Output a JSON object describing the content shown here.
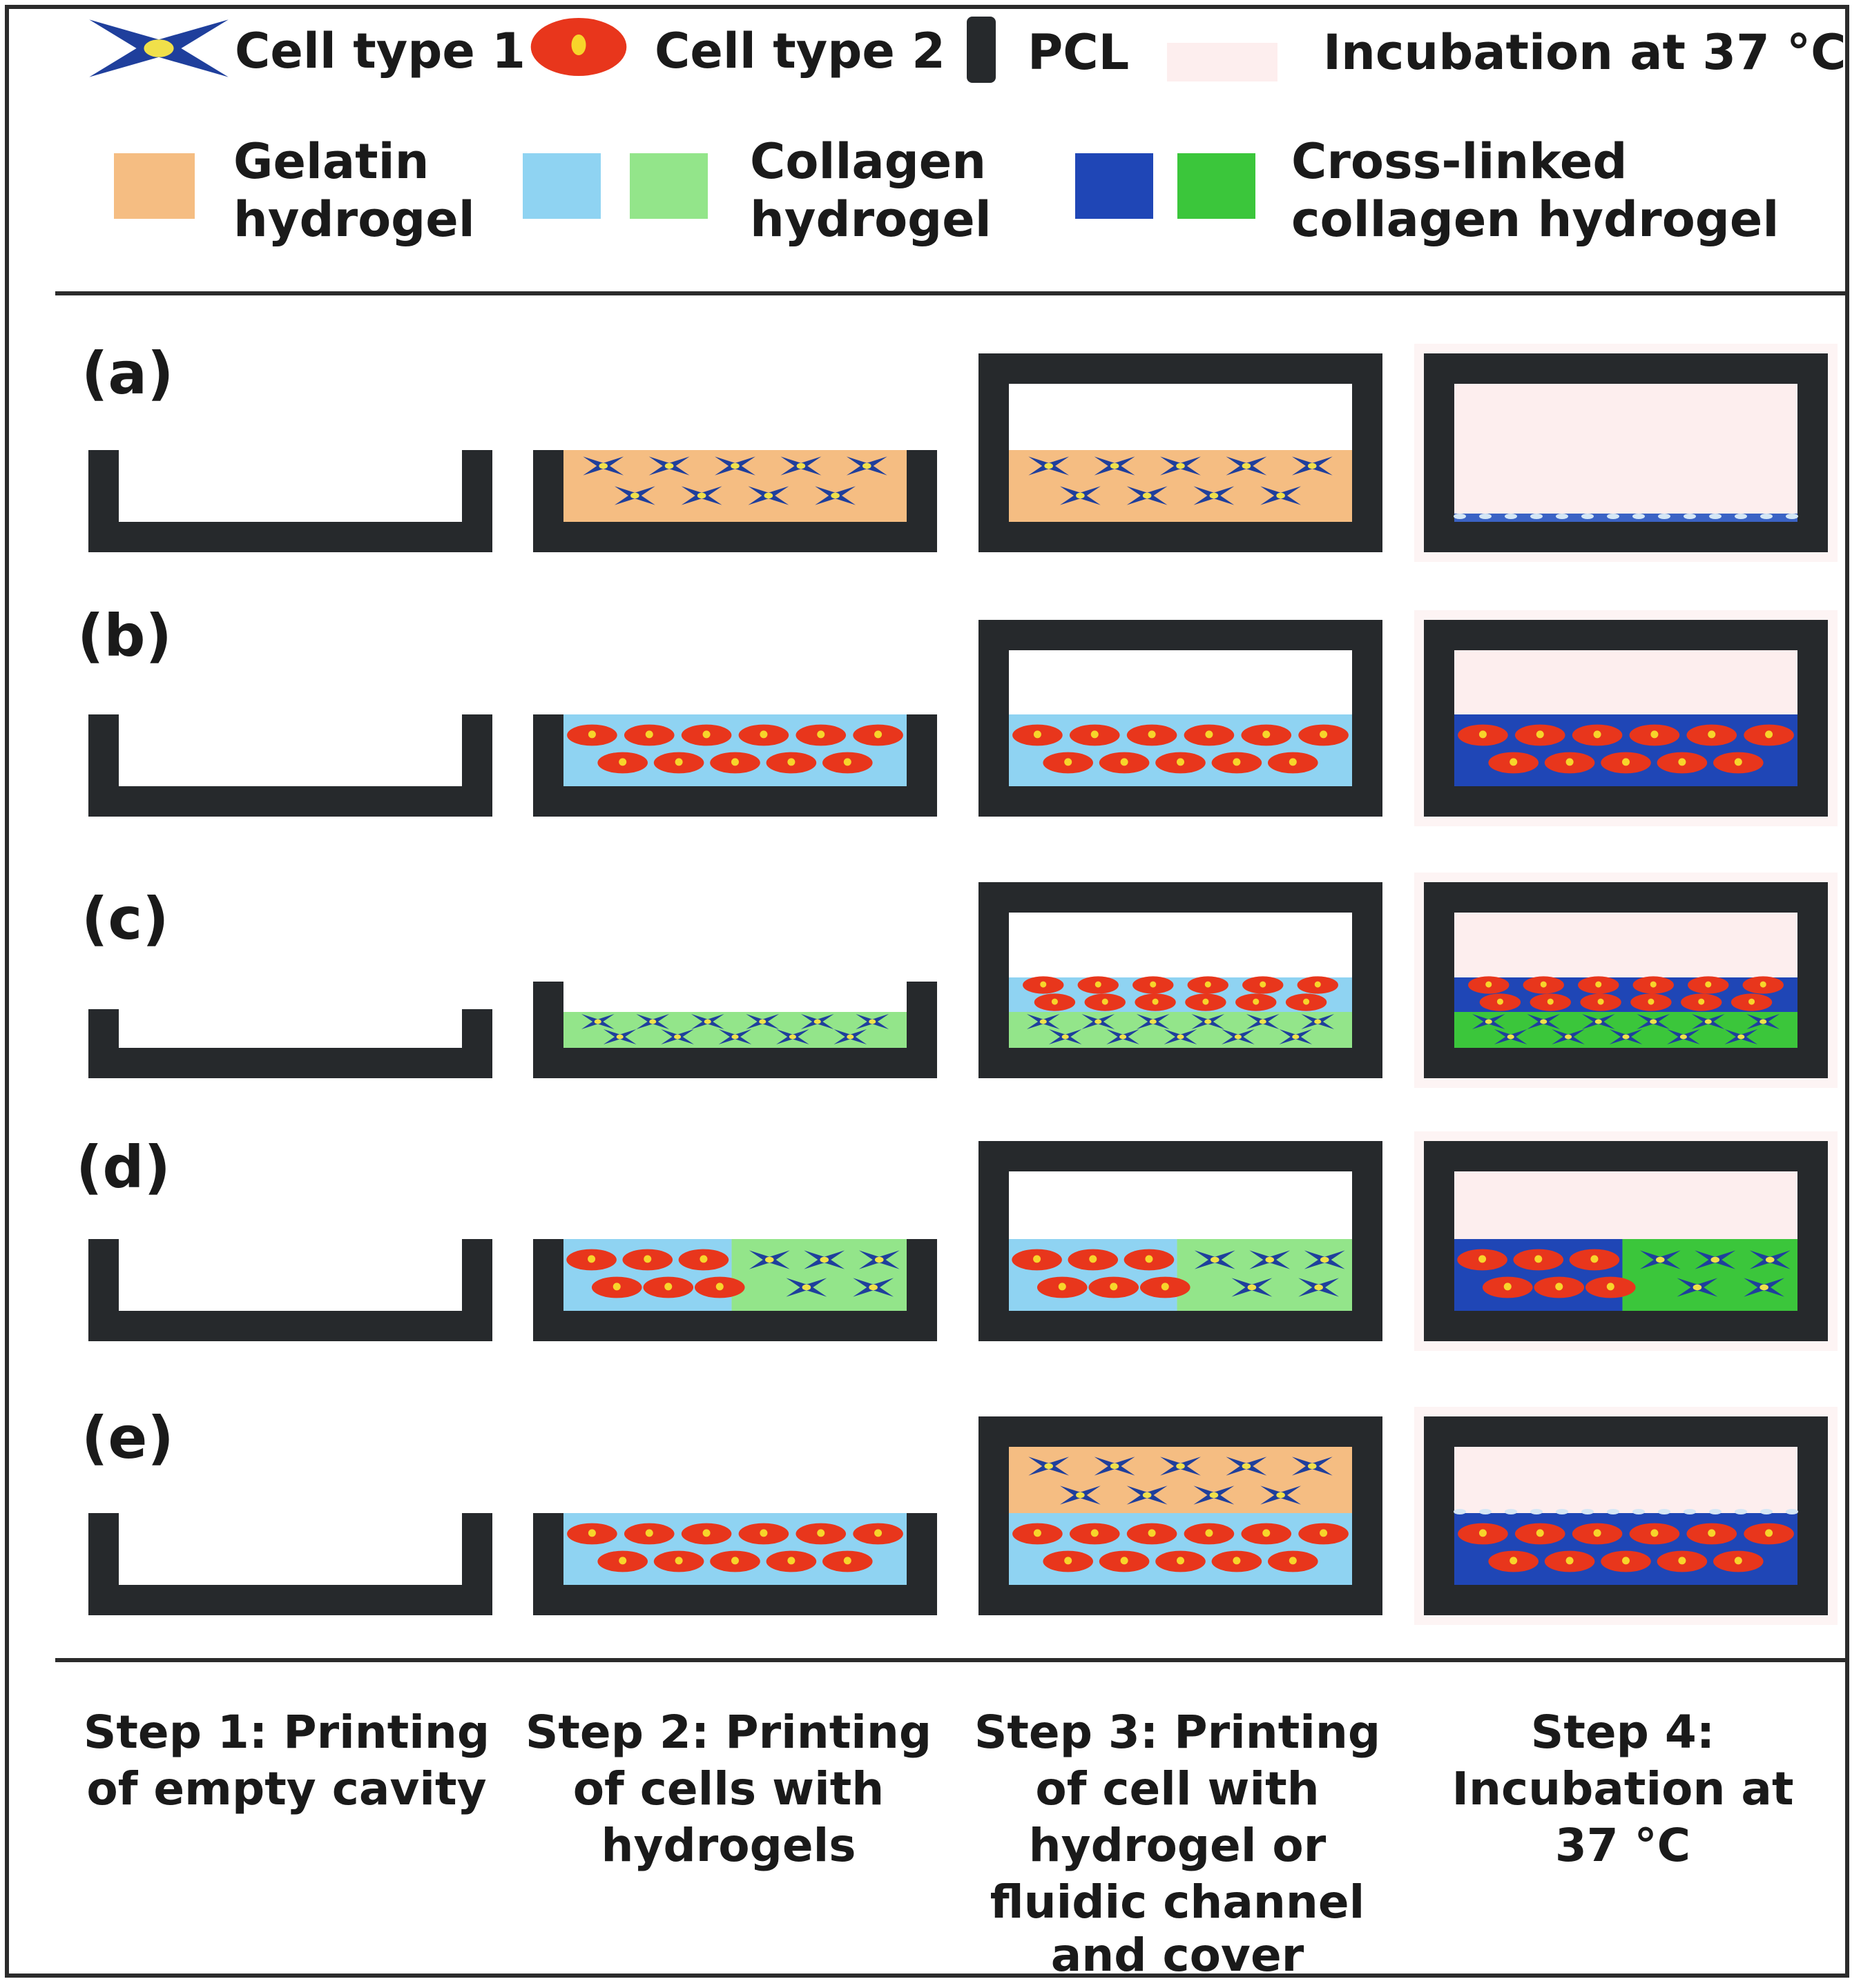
{
  "legend": {
    "cell_type_1": "Cell type 1",
    "cell_type_2": "Cell type 2",
    "pcl": "PCL",
    "incubation": "Incubation at 37 °C",
    "gelatin": [
      "Gelatin",
      "hydrogel"
    ],
    "collagen": [
      "Collagen",
      "hydrogel"
    ],
    "crosslinked": [
      "Cross-linked",
      "collagen hydrogel"
    ]
  },
  "rows": [
    {
      "label": "(a)"
    },
    {
      "label": "(b)"
    },
    {
      "label": "(c)"
    },
    {
      "label": "(d)"
    },
    {
      "label": "(e)"
    }
  ],
  "steps": [
    {
      "lines": [
        "Step 1: Printing",
        "of empty cavity"
      ]
    },
    {
      "lines": [
        "Step 2: Printing",
        "of cells with",
        "hydrogels"
      ]
    },
    {
      "lines": [
        "Step 3: Printing",
        "of cell with",
        "hydrogel or",
        "fluidic channel",
        "and cover"
      ]
    },
    {
      "lines": [
        "Step 4:",
        "Incubation at",
        "37 °C"
      ]
    }
  ],
  "colors": {
    "pcl": "#26292c",
    "gelatin": "#f5bd82",
    "collagen_blue": "#8fd3f2",
    "collagen_green": "#93e58a",
    "crosslinked_blue": "#1f46b6",
    "crosslinked_green": "#3bc63b",
    "incubation": "#fdeeee",
    "cell1_body": "#1f3f9c",
    "cell1_core": "#f0e04a",
    "cell2_body": "#e8361c",
    "cell2_core": "#f7d52a"
  }
}
